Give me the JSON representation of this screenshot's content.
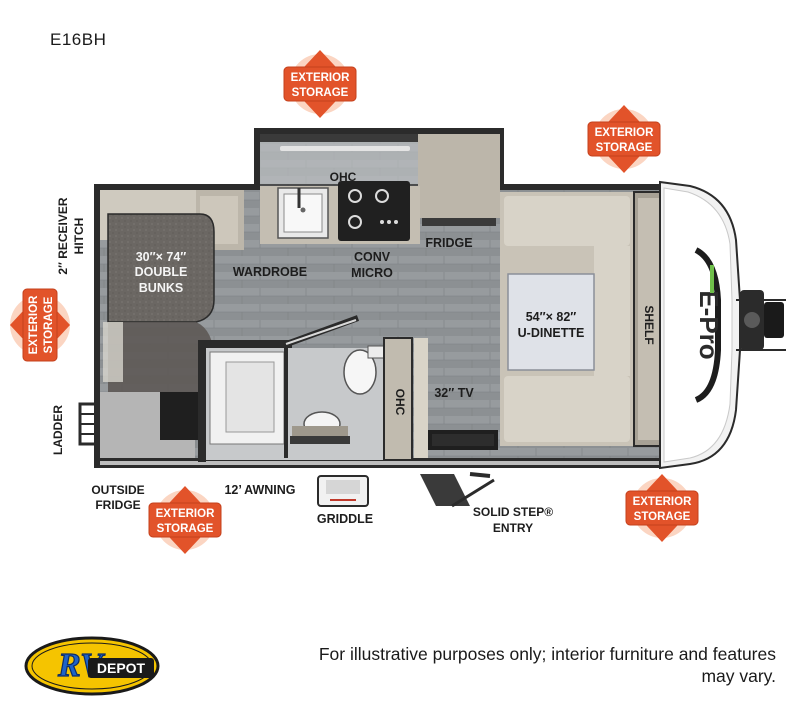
{
  "model": "E16BH",
  "disclaimer_line1": "For illustrative purposes only; interior furniture and features",
  "disclaimer_line2": "may vary.",
  "logo": {
    "rv": "RV",
    "depot": "DEPOT"
  },
  "brand_mark": "E-Pro",
  "badge": {
    "line1": "EXTERIOR",
    "line2": "STORAGE"
  },
  "labels": {
    "ohc_top": "OHC",
    "conv_micro_1": "CONV",
    "conv_micro_2": "MICRO",
    "fridge": "FRIDGE",
    "wardrobe": "WARDROBE",
    "bunks_1": "30″× 74″",
    "bunks_2": "DOUBLE",
    "bunks_3": "BUNKS",
    "dinette_1": "54″× 82″",
    "dinette_2": "U-DINETTE",
    "shelf": "SHELF",
    "ohc_side": "OHC",
    "tv": "32″ TV",
    "hitch_1": "2″ RECEIVER",
    "hitch_2": "HITCH",
    "ladder": "LADDER",
    "outside_fridge_1": "OUTSIDE",
    "outside_fridge_2": "FRIDGE",
    "awning": "12’ AWNING",
    "griddle": "GRIDDLE",
    "entry_1": "SOLID STEP®",
    "entry_2": "ENTRY"
  },
  "colors": {
    "badge": "#e2532a",
    "badge_edge": "#f8b290",
    "wall": "#2b2b2b",
    "floor": "#8f9396",
    "counter": "#c9c3b7",
    "cushion": "#d6d2c8",
    "table": "#dfe2e8"
  }
}
